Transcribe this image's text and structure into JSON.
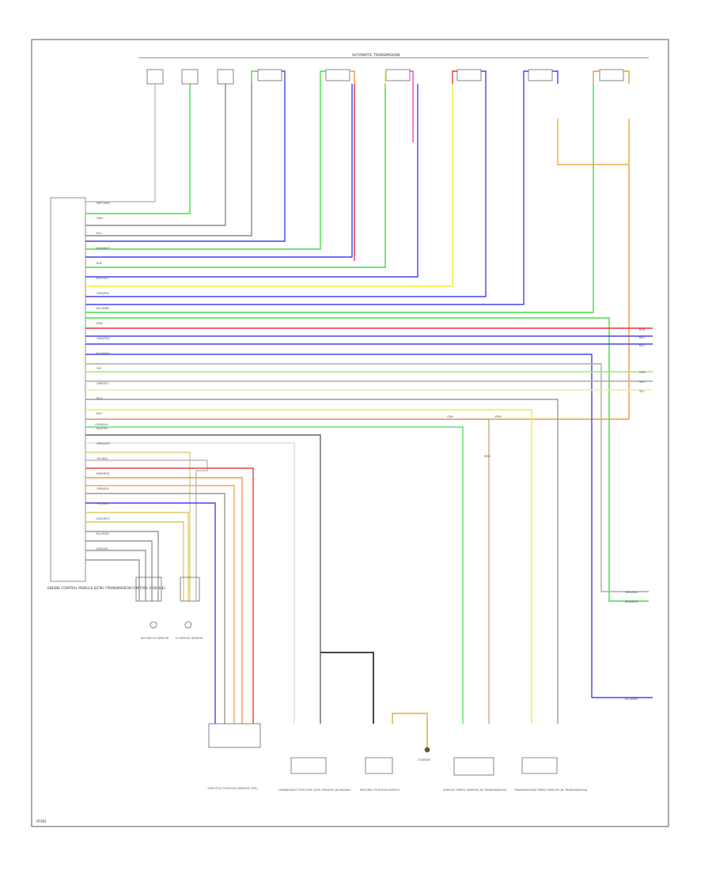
{
  "header": {
    "section_title": "AUTOMATIC TRANSMISSION"
  },
  "components": {
    "ecm": "ENGINE CONTROL MODULE (ECM) (TRANSMISSION CONTROL MODULE)",
    "rh_knock_sensor": "RH KNOCK SENSOR",
    "lh_knock_sensor": "LH KNOCK SENSOR",
    "throttle_position_sensor": "THROTTLE POSITION SENSOR (TPS)",
    "crankshaft_position_sensor": "CRANKSHAFT POSITION (CKP) SENSOR (IN ENGINE)",
    "neutral_position_switch": "NEUTRAL POSITION SWITCH",
    "starter": "STARTER",
    "vehicle_speed_sensor": "VEHICLE SPEED SENSOR (IN TRANSMISSION)",
    "transmission_speed_sensor": "TRANSMISSION SPEED SENSOR (IN TRANSMISSION)"
  },
  "wires": {
    "left_bundle_labels": [
      "WHT/RED",
      "GRN",
      "BLU",
      "BRN/WHT",
      "BLK",
      "BLU/YEL",
      "GRN/BLK",
      "BLU/BRN",
      "BRN",
      "GRN/RED",
      "BLU/WHT",
      "YEL",
      "GRN/YEL",
      "RED",
      "BLU",
      "BLK/YEL",
      "GRN/WHT",
      "YEL/BLK",
      "BRN/RED",
      "GRN/BLK",
      "YEL/RED",
      "RED/WHT",
      "BLU/RED",
      "BRN/YEL"
    ],
    "right_exit_labels": [
      "RED",
      "BLU",
      "BLU",
      "GRN",
      "WHT",
      "YEL",
      "GRN/BLK",
      "BRN/RED",
      "BLU/BRN"
    ],
    "mid_labels": [
      "GRN",
      "BRN",
      "GRN/BLK",
      "BRN"
    ]
  },
  "footer": {
    "code": "AT001"
  },
  "colors": {
    "green": "#44dd44",
    "blue": "#4444ee",
    "red": "#ee3333",
    "yellow": "#eeee33",
    "orange": "#ee9944",
    "gray": "#888888",
    "pink": "#ee44cc",
    "light_green": "#99ee66",
    "dark": "#333333",
    "frame": "#555555"
  }
}
